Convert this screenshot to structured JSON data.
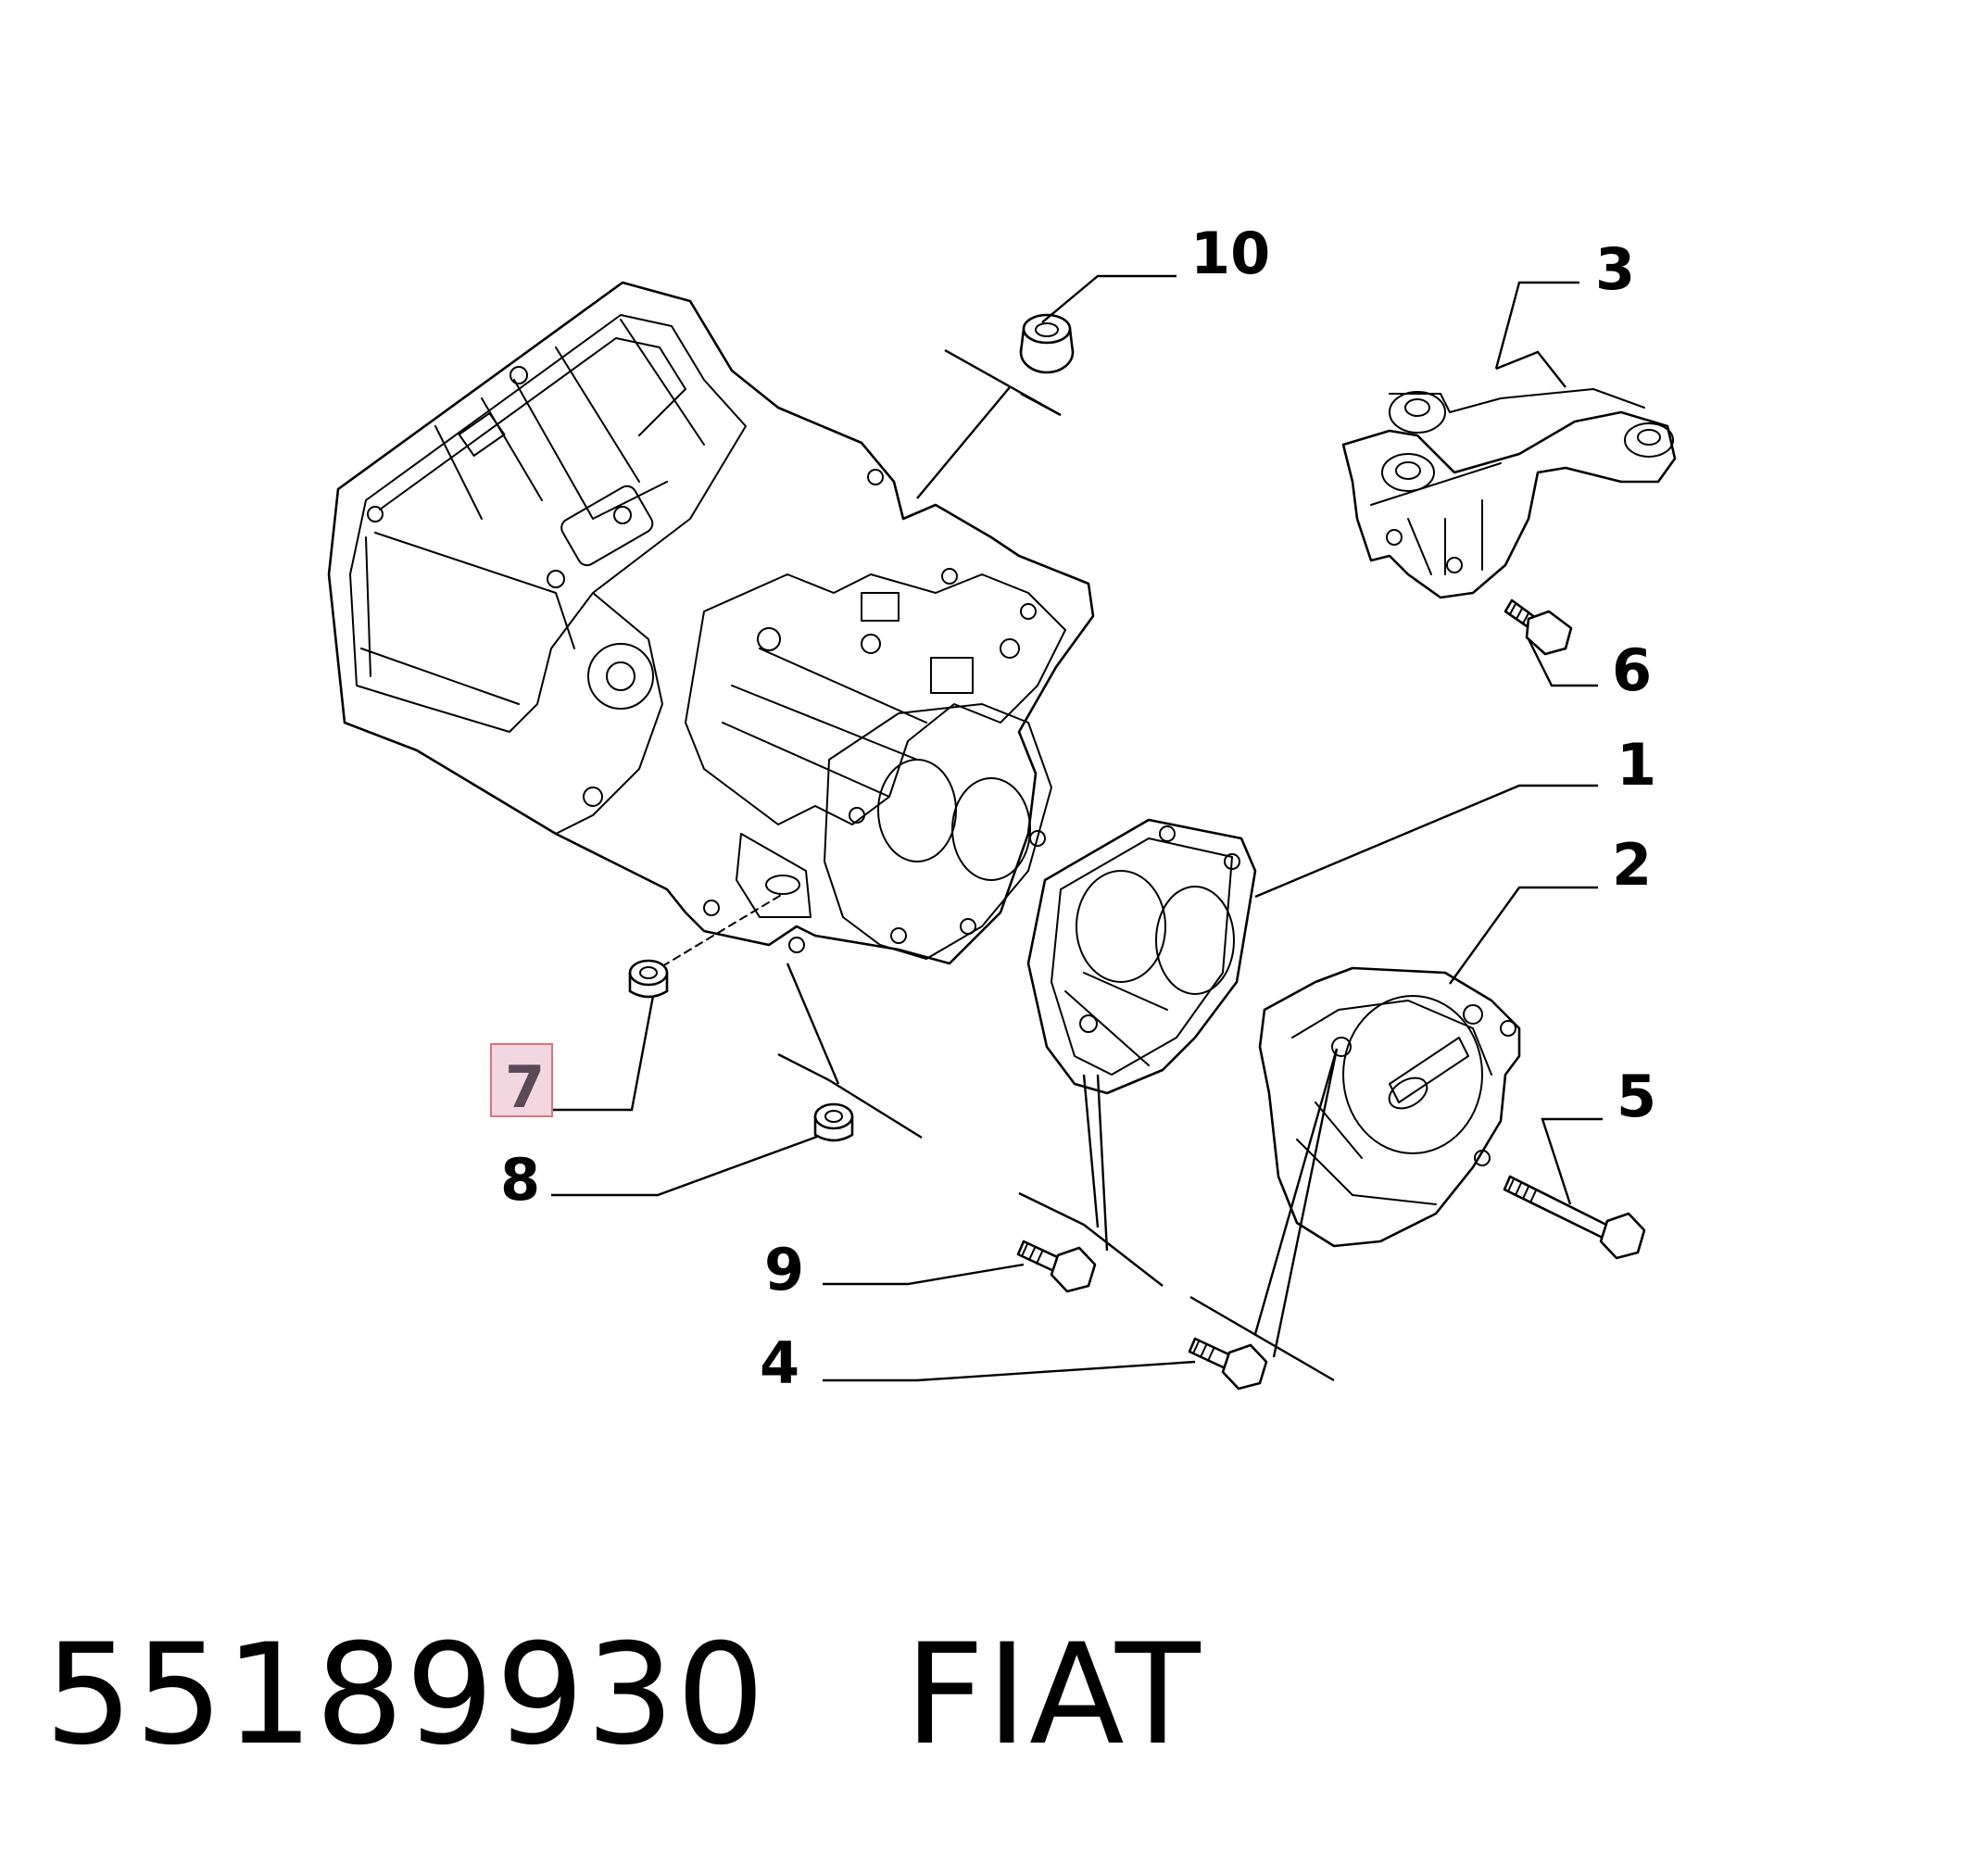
{
  "diagram": {
    "callouts": [
      {
        "id": "1",
        "label": "1"
      },
      {
        "id": "2",
        "label": "2"
      },
      {
        "id": "3",
        "label": "3"
      },
      {
        "id": "4",
        "label": "4"
      },
      {
        "id": "5",
        "label": "5"
      },
      {
        "id": "6",
        "label": "6"
      },
      {
        "id": "7",
        "label": "7",
        "highlighted": true
      },
      {
        "id": "8",
        "label": "8"
      },
      {
        "id": "9",
        "label": "9"
      },
      {
        "id": "10",
        "label": "10"
      }
    ],
    "highlight_color": "#f2d7e0",
    "highlight_border": "#e0707c"
  },
  "caption": {
    "part_number": "55189930",
    "brand": "FIAT"
  }
}
